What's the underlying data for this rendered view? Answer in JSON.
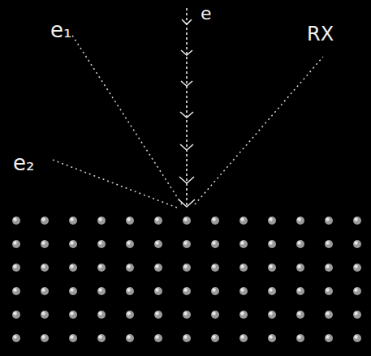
{
  "diagram": {
    "labels": [
      "e",
      "e₁",
      "e₂",
      "RX"
    ]
  }
}
